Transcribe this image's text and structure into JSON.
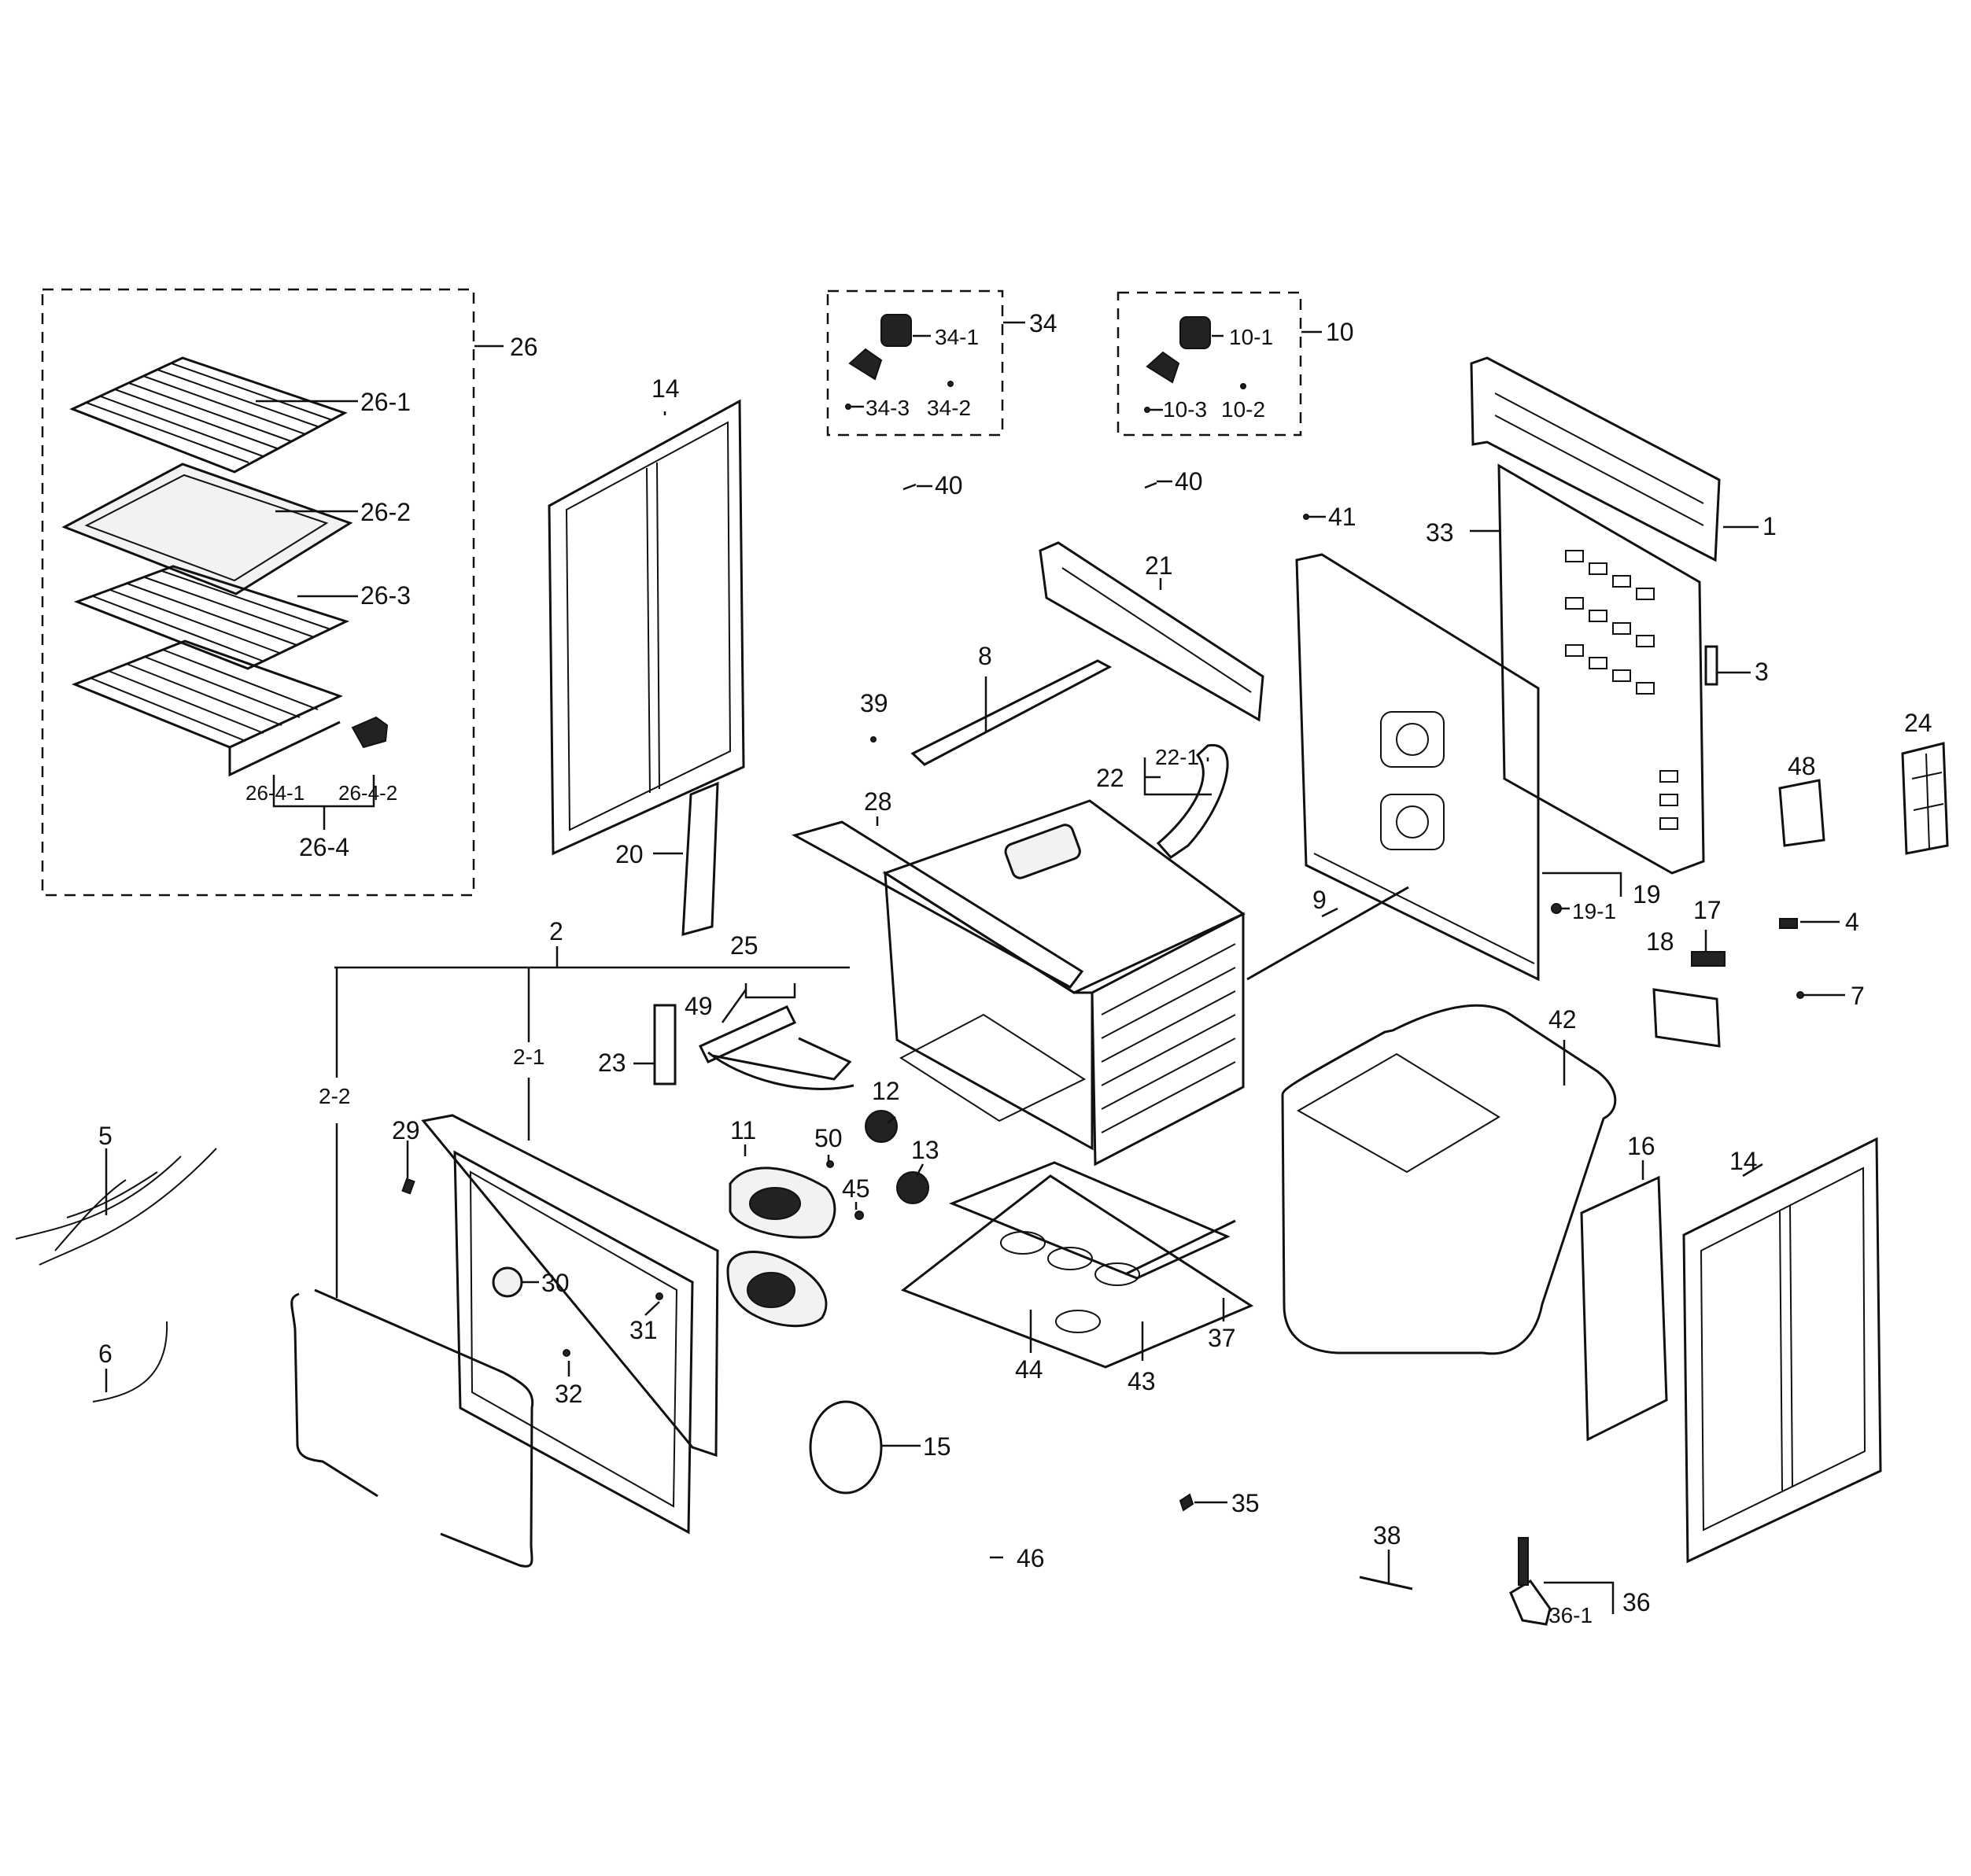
{
  "diagram": {
    "labels": {
      "l26": "26",
      "l26_1": "26-1",
      "l26_2": "26-2",
      "l26_3": "26-3",
      "l26_4_1": "26-4-1",
      "l26_4_2": "26-4-2",
      "l26_4": "26-4",
      "l14a": "14",
      "l14b": "14",
      "l34": "34",
      "l34_1": "34-1",
      "l34_3": "34-3",
      "l34_2": "34-2",
      "l10": "10",
      "l10_1": "10-1",
      "l10_3": "10-3",
      "l10_2": "10-2",
      "l40a": "40",
      "l40b": "40",
      "l41": "41",
      "l1": "1",
      "l33": "33",
      "l3": "3",
      "l21": "21",
      "l8": "8",
      "l39": "39",
      "l22": "22",
      "l22_1": "22-1",
      "l24": "24",
      "l48": "48",
      "l20": "20",
      "l28": "28",
      "l19": "19",
      "l19_1": "19-1",
      "l9": "9",
      "l17": "17",
      "l4": "4",
      "l18": "18",
      "l7": "7",
      "l2": "2",
      "l25": "25",
      "l2_1": "2-1",
      "l2_2": "2-2",
      "l49": "49",
      "l23": "23",
      "l42": "42",
      "l12": "12",
      "l11": "11",
      "l50": "50",
      "l13": "13",
      "l45": "45",
      "l5": "5",
      "l29": "29",
      "l16": "16",
      "l30": "30",
      "l31": "31",
      "l6": "6",
      "l32": "32",
      "l44": "44",
      "l43": "43",
      "l37": "37",
      "l15": "15",
      "l35": "35",
      "l38": "38",
      "l46": "46",
      "l36": "36",
      "l36_1": "36-1"
    }
  }
}
